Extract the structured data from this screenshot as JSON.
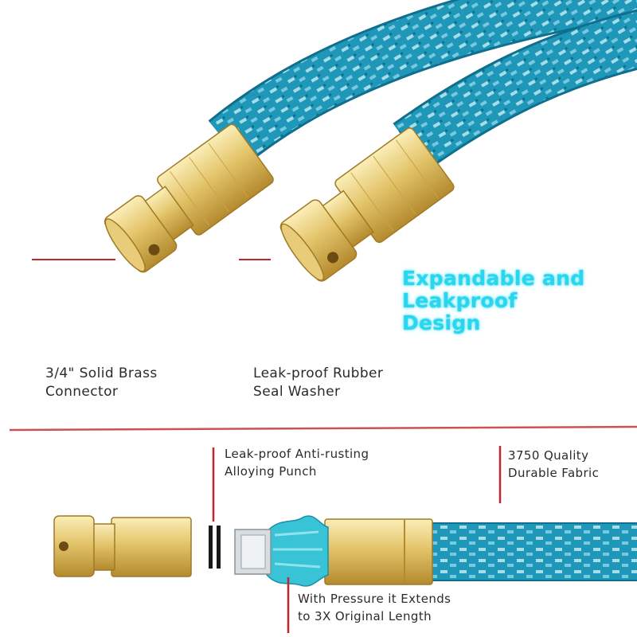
{
  "headline": {
    "line1": "Expandable and",
    "line2": "Leakproof",
    "line3": "Design"
  },
  "callouts": {
    "brass_connector": {
      "line1": "3/4\" Solid Brass",
      "line2": "Connector"
    },
    "rubber_washer": {
      "line1": "Leak-proof Rubber",
      "line2": "Seal Washer"
    },
    "alloy_punch": {
      "line1": "Leak-proof Anti-rusting",
      "line2": "Alloying Punch"
    },
    "fabric": {
      "line1": "3750 Quality",
      "line2": "Durable Fabric"
    },
    "pressure": {
      "line1": "With Pressure it Extends",
      "line2": "to 3X Original Length"
    }
  },
  "colors": {
    "hose_blue": "#1f97b8",
    "hose_light": "#bfe9f2",
    "brass": "#e3c46a",
    "accent_red": "#c0262c",
    "headline_cyan": "#29d6ee"
  }
}
